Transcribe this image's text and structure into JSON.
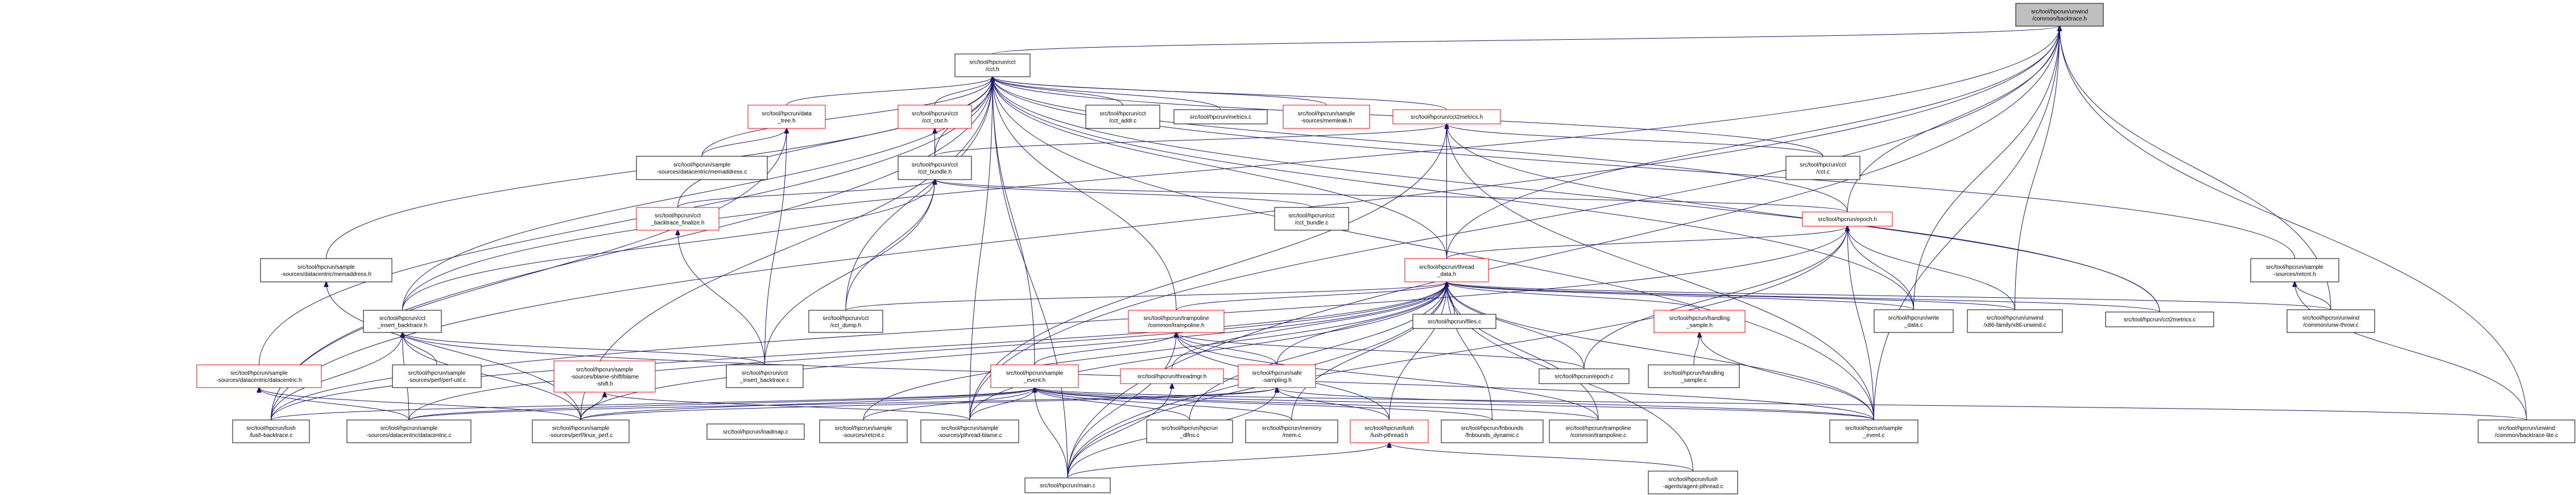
{
  "graph": {
    "title": "Include dependency graph for src/tool/hpcrun/unwind/common/backtrace.h",
    "edge_color": "#191970",
    "root": "backtrace_h",
    "nodes": [
      {
        "id": "backtrace_h",
        "lines": [
          "src/tool/hpcrun/unwind",
          "/common/backtrace.h"
        ],
        "style": "root"
      },
      {
        "id": "cct_h",
        "lines": [
          "src/tool/hpcrun/cct",
          "/cct.h"
        ],
        "style": "normal"
      },
      {
        "id": "data_tree_h",
        "lines": [
          "src/tool/hpcrun/data",
          "_tree.h"
        ],
        "style": "red"
      },
      {
        "id": "cct_ctxt_h",
        "lines": [
          "src/tool/hpcrun/cct",
          "/cct_ctxt.h"
        ],
        "style": "red"
      },
      {
        "id": "cct_addr_c",
        "lines": [
          "src/tool/hpcrun/cct",
          "/cct_addr.c"
        ],
        "style": "normal"
      },
      {
        "id": "metrics_c",
        "lines": [
          "src/tool/hpcrun/metrics.c"
        ],
        "style": "normal"
      },
      {
        "id": "memleak_h",
        "lines": [
          "src/tool/hpcrun/sample",
          "-sources/memleak.h"
        ],
        "style": "red"
      },
      {
        "id": "cct2metrics_h",
        "lines": [
          "src/tool/hpcrun/cct2metrics.h"
        ],
        "style": "red"
      },
      {
        "id": "memaddress_c",
        "lines": [
          "src/tool/hpcrun/sample",
          "-sources/datacentric/memaddress.c"
        ],
        "style": "normal"
      },
      {
        "id": "cct_bundle_h",
        "lines": [
          "src/tool/hpcrun/cct",
          "/cct_bundle.h"
        ],
        "style": "normal"
      },
      {
        "id": "cct_c",
        "lines": [
          "src/tool/hpcrun/cct",
          "/cct.c"
        ],
        "style": "normal"
      },
      {
        "id": "cct_backtrace_finalize_h",
        "lines": [
          "src/tool/hpcrun/cct",
          "_backtrace_finalize.h"
        ],
        "style": "red"
      },
      {
        "id": "cct_bundle_c",
        "lines": [
          "src/tool/hpcrun/cct",
          "/cct_bundle.c"
        ],
        "style": "normal"
      },
      {
        "id": "epoch_h",
        "lines": [
          "src/tool/hpcrun/epoch.h"
        ],
        "style": "red"
      },
      {
        "id": "memaddress_h",
        "lines": [
          "src/tool/hpcrun/sample",
          "-sources/datacentric/memaddress.h"
        ],
        "style": "normal"
      },
      {
        "id": "thread_data_h",
        "lines": [
          "src/tool/hpcrun/thread",
          "_data.h"
        ],
        "style": "red"
      },
      {
        "id": "retcnt_h",
        "lines": [
          "src/tool/hpcrun/sample",
          "-sources/retcnt.h"
        ],
        "style": "normal"
      },
      {
        "id": "cct_insert_backtrace_h",
        "lines": [
          "src/tool/hpcrun/cct",
          "_insert_backtrace.h"
        ],
        "style": "normal"
      },
      {
        "id": "cct_dump_h",
        "lines": [
          "src/tool/hpcrun/cct",
          "/cct_dump.h"
        ],
        "style": "normal"
      },
      {
        "id": "trampoline_h",
        "lines": [
          "src/tool/hpcrun/trampoline",
          "/common/trampoline.h"
        ],
        "style": "red"
      },
      {
        "id": "files_c",
        "lines": [
          "src/tool/hpcrun/files.c"
        ],
        "style": "normal"
      },
      {
        "id": "handling_sample_h",
        "lines": [
          "src/tool/hpcrun/handling",
          "_sample.h"
        ],
        "style": "red"
      },
      {
        "id": "write_data_c",
        "lines": [
          "src/tool/hpcrun/write",
          "_data.c"
        ],
        "style": "normal"
      },
      {
        "id": "x86_unwind_c",
        "lines": [
          "src/tool/hpcrun/unwind",
          "/x86-family/x86-unwind.c"
        ],
        "style": "normal"
      },
      {
        "id": "cct2metrics_c",
        "lines": [
          "src/tool/hpcrun/cct2metrics.c"
        ],
        "style": "normal"
      },
      {
        "id": "unw_throw_c",
        "lines": [
          "src/tool/hpcrun/unwind",
          "/common/unw-throw.c"
        ],
        "style": "normal"
      },
      {
        "id": "datacentric_h",
        "lines": [
          "src/tool/hpcrun/sample",
          "-sources/datacentric/datacentric.h"
        ],
        "style": "red"
      },
      {
        "id": "perf_util_c",
        "lines": [
          "src/tool/hpcrun/sample",
          "-sources/perf/perf-util.c"
        ],
        "style": "normal"
      },
      {
        "id": "blame_shift_h",
        "lines": [
          "src/tool/hpcrun/sample",
          "-sources/blame-shift/blame",
          "-shift.h"
        ],
        "style": "red"
      },
      {
        "id": "cct_insert_backtrace_c",
        "lines": [
          "src/tool/hpcrun/cct",
          "_insert_backtrace.c"
        ],
        "style": "normal"
      },
      {
        "id": "sample_event_h",
        "lines": [
          "src/tool/hpcrun/sample",
          "_event.h"
        ],
        "style": "red"
      },
      {
        "id": "threadmgr_h",
        "lines": [
          "src/tool/hpcrun/threadmgr.h"
        ],
        "style": "red"
      },
      {
        "id": "safe_sampling_h",
        "lines": [
          "src/tool/hpcrun/safe",
          "-sampling.h"
        ],
        "style": "red"
      },
      {
        "id": "epoch_c",
        "lines": [
          "src/tool/hpcrun/epoch.c"
        ],
        "style": "normal"
      },
      {
        "id": "handling_sample_c",
        "lines": [
          "src/tool/hpcrun/handling",
          "_sample.c"
        ],
        "style": "normal"
      },
      {
        "id": "lush_backtrace_c",
        "lines": [
          "src/tool/hpcrun/lush",
          "/lush-backtrace.c"
        ],
        "style": "normal"
      },
      {
        "id": "datacentric_c",
        "lines": [
          "src/tool/hpcrun/sample",
          "-sources/datacentric/datacentric.c"
        ],
        "style": "normal"
      },
      {
        "id": "linux_perf_c",
        "lines": [
          "src/tool/hpcrun/sample",
          "-sources/perf/linux_perf.c"
        ],
        "style": "normal"
      },
      {
        "id": "loadmap_c",
        "lines": [
          "src/tool/hpcrun/loadmap.c"
        ],
        "style": "normal"
      },
      {
        "id": "retcnt_c",
        "lines": [
          "src/tool/hpcrun/sample",
          "-sources/retcnt.c"
        ],
        "style": "normal"
      },
      {
        "id": "pthread_blame_c",
        "lines": [
          "src/tool/hpcrun/sample",
          "-sources/pthread-blame.c"
        ],
        "style": "normal"
      },
      {
        "id": "hpcrun_dlfns_c",
        "lines": [
          "src/tool/hpcrun/hpcrun",
          "_dlfns.c"
        ],
        "style": "normal"
      },
      {
        "id": "mem_c",
        "lines": [
          "src/tool/hpcrun/memory",
          "/mem.c"
        ],
        "style": "normal"
      },
      {
        "id": "lush_pthread_h",
        "lines": [
          "src/tool/hpcrun/lush",
          "/lush-pthread.h"
        ],
        "style": "red"
      },
      {
        "id": "fnbounds_dynamic_c",
        "lines": [
          "src/tool/hpcrun/fnbounds",
          "/fnbounds_dynamic.c"
        ],
        "style": "normal"
      },
      {
        "id": "trampoline_c",
        "lines": [
          "src/tool/hpcrun/trampoline",
          "/common/trampoline.c"
        ],
        "style": "normal"
      },
      {
        "id": "sample_event_c",
        "lines": [
          "src/tool/hpcrun/sample",
          "_event.c"
        ],
        "style": "normal"
      },
      {
        "id": "backtrace_lite_c",
        "lines": [
          "src/tool/hpcrun/unwind",
          "/common/backtrace-lite.c"
        ],
        "style": "normal"
      },
      {
        "id": "main_c",
        "lines": [
          "src/tool/hpcrun/main.c"
        ],
        "style": "normal"
      },
      {
        "id": "agent_pthread_c",
        "lines": [
          "src/tool/hpcrun/lush",
          "-agents/agent-pthread.c"
        ],
        "style": "normal"
      }
    ],
    "edges": [
      [
        "cct_h",
        "backtrace_h"
      ],
      [
        "thread_data_h",
        "backtrace_h"
      ],
      [
        "epoch_h",
        "backtrace_h"
      ],
      [
        "cct_insert_backtrace_h",
        "backtrace_h"
      ],
      [
        "lush_backtrace_c",
        "backtrace_h"
      ],
      [
        "main_c",
        "backtrace_h"
      ],
      [
        "sample_event_c",
        "backtrace_h"
      ],
      [
        "write_data_c",
        "backtrace_h"
      ],
      [
        "x86_unwind_c",
        "backtrace_h"
      ],
      [
        "unw_throw_c",
        "backtrace_h"
      ],
      [
        "backtrace_lite_c",
        "backtrace_h"
      ],
      [
        "pthread_blame_c",
        "backtrace_h"
      ],
      [
        "data_tree_h",
        "cct_h"
      ],
      [
        "cct_ctxt_h",
        "cct_h"
      ],
      [
        "cct_addr_c",
        "cct_h"
      ],
      [
        "metrics_c",
        "cct_h"
      ],
      [
        "memleak_h",
        "cct_h"
      ],
      [
        "cct2metrics_h",
        "cct_h"
      ],
      [
        "cct_bundle_h",
        "cct_h"
      ],
      [
        "cct_c",
        "cct_h"
      ],
      [
        "memaddress_c",
        "cct_h"
      ],
      [
        "cct_backtrace_finalize_h",
        "cct_h"
      ],
      [
        "memaddress_h",
        "cct_h"
      ],
      [
        "cct_insert_backtrace_h",
        "cct_h"
      ],
      [
        "cct_dump_h",
        "cct_h"
      ],
      [
        "trampoline_h",
        "cct_h"
      ],
      [
        "sample_event_h",
        "cct_h"
      ],
      [
        "datacentric_h",
        "cct_h"
      ],
      [
        "epoch_h",
        "cct_h"
      ],
      [
        "thread_data_h",
        "cct_h"
      ],
      [
        "retcnt_h",
        "cct_h"
      ],
      [
        "lush_backtrace_c",
        "cct_h"
      ],
      [
        "linux_perf_c",
        "cct_h"
      ],
      [
        "main_c",
        "cct_h"
      ],
      [
        "cct2metrics_c",
        "cct_h"
      ],
      [
        "write_data_c",
        "cct_h"
      ],
      [
        "sample_event_c",
        "cct_h"
      ],
      [
        "pthread_blame_c",
        "cct_h"
      ],
      [
        "memaddress_c",
        "data_tree_h"
      ],
      [
        "cct_insert_backtrace_c",
        "data_tree_h"
      ],
      [
        "lush_backtrace_c",
        "data_tree_h"
      ],
      [
        "cct_bundle_h",
        "cct_ctxt_h"
      ],
      [
        "cct_bundle_h",
        "cct2metrics_h"
      ],
      [
        "thread_data_h",
        "cct2metrics_h"
      ],
      [
        "cct_c",
        "cct2metrics_h"
      ],
      [
        "cct2metrics_c",
        "cct2metrics_h"
      ],
      [
        "pthread_blame_c",
        "cct2metrics_h"
      ],
      [
        "sample_event_c",
        "cct2metrics_h"
      ],
      [
        "cct_bundle_c",
        "cct_bundle_h"
      ],
      [
        "epoch_h",
        "cct_bundle_h"
      ],
      [
        "cct_backtrace_finalize_h",
        "cct_bundle_h"
      ],
      [
        "cct_insert_backtrace_h",
        "cct_bundle_h"
      ],
      [
        "cct_dump_h",
        "cct_bundle_h"
      ],
      [
        "cct_insert_backtrace_c",
        "cct_bundle_h"
      ],
      [
        "cct_insert_backtrace_c",
        "cct_backtrace_finalize_h"
      ],
      [
        "thread_data_h",
        "epoch_h"
      ],
      [
        "epoch_c",
        "epoch_h"
      ],
      [
        "write_data_c",
        "epoch_h"
      ],
      [
        "x86_unwind_c",
        "epoch_h"
      ],
      [
        "sample_event_c",
        "epoch_h"
      ],
      [
        "main_c",
        "epoch_h"
      ],
      [
        "lush_backtrace_c",
        "epoch_h"
      ],
      [
        "linux_perf_c",
        "memaddress_h"
      ],
      [
        "trampoline_h",
        "thread_data_h"
      ],
      [
        "files_c",
        "thread_data_h"
      ],
      [
        "handling_sample_h",
        "thread_data_h"
      ],
      [
        "write_data_c",
        "thread_data_h"
      ],
      [
        "x86_unwind_c",
        "thread_data_h"
      ],
      [
        "cct2metrics_c",
        "thread_data_h"
      ],
      [
        "unw_throw_c",
        "thread_data_h"
      ],
      [
        "safe_sampling_h",
        "thread_data_h"
      ],
      [
        "threadmgr_h",
        "thread_data_h"
      ],
      [
        "epoch_c",
        "thread_data_h"
      ],
      [
        "hpcrun_dlfns_c",
        "thread_data_h"
      ],
      [
        "mem_c",
        "thread_data_h"
      ],
      [
        "lush_pthread_h",
        "thread_data_h"
      ],
      [
        "fnbounds_dynamic_c",
        "thread_data_h"
      ],
      [
        "trampoline_c",
        "thread_data_h"
      ],
      [
        "sample_event_c",
        "thread_data_h"
      ],
      [
        "cct_dump_h",
        "thread_data_h"
      ],
      [
        "lush_backtrace_c",
        "thread_data_h"
      ],
      [
        "datacentric_c",
        "thread_data_h"
      ],
      [
        "linux_perf_c",
        "thread_data_h"
      ],
      [
        "retcnt_c",
        "thread_data_h"
      ],
      [
        "pthread_blame_c",
        "thread_data_h"
      ],
      [
        "main_c",
        "thread_data_h"
      ],
      [
        "agent_pthread_c",
        "thread_data_h"
      ],
      [
        "backtrace_lite_c",
        "retcnt_h"
      ],
      [
        "unw_throw_c",
        "retcnt_h"
      ],
      [
        "cct_insert_backtrace_c",
        "cct_insert_backtrace_h"
      ],
      [
        "perf_util_c",
        "cct_insert_backtrace_h"
      ],
      [
        "lush_backtrace_c",
        "cct_insert_backtrace_h"
      ],
      [
        "datacentric_c",
        "cct_insert_backtrace_h"
      ],
      [
        "linux_perf_c",
        "cct_insert_backtrace_h"
      ],
      [
        "sample_event_c",
        "cct_insert_backtrace_h"
      ],
      [
        "safe_sampling_h",
        "trampoline_h"
      ],
      [
        "sample_event_h",
        "trampoline_h"
      ],
      [
        "trampoline_c",
        "trampoline_h"
      ],
      [
        "epoch_c",
        "trampoline_h"
      ],
      [
        "main_c",
        "trampoline_h"
      ],
      [
        "lush_pthread_h",
        "trampoline_h"
      ],
      [
        "handling_sample_c",
        "handling_sample_h"
      ],
      [
        "sample_event_c",
        "handling_sample_h"
      ],
      [
        "datacentric_c",
        "datacentric_h"
      ],
      [
        "linux_perf_c",
        "datacentric_h"
      ],
      [
        "linux_perf_c",
        "blame_shift_h"
      ],
      [
        "pthread_blame_c",
        "blame_shift_h"
      ],
      [
        "lush_backtrace_c",
        "sample_event_h"
      ],
      [
        "datacentric_c",
        "sample_event_h"
      ],
      [
        "linux_perf_c",
        "sample_event_h"
      ],
      [
        "retcnt_c",
        "sample_event_h"
      ],
      [
        "pthread_blame_c",
        "sample_event_h"
      ],
      [
        "hpcrun_dlfns_c",
        "sample_event_h"
      ],
      [
        "mem_c",
        "sample_event_h"
      ],
      [
        "fnbounds_dynamic_c",
        "sample_event_h"
      ],
      [
        "trampoline_c",
        "sample_event_h"
      ],
      [
        "sample_event_c",
        "sample_event_h"
      ],
      [
        "main_c",
        "sample_event_h"
      ],
      [
        "backtrace_lite_c",
        "sample_event_h"
      ],
      [
        "main_c",
        "threadmgr_h"
      ],
      [
        "main_c",
        "safe_sampling_h"
      ],
      [
        "lush_pthread_h",
        "safe_sampling_h"
      ],
      [
        "sample_event_c",
        "safe_sampling_h"
      ],
      [
        "linux_perf_c",
        "safe_sampling_h"
      ],
      [
        "datacentric_c",
        "safe_sampling_h"
      ],
      [
        "main_c",
        "lush_pthread_h"
      ],
      [
        "agent_pthread_c",
        "lush_pthread_h"
      ]
    ]
  }
}
